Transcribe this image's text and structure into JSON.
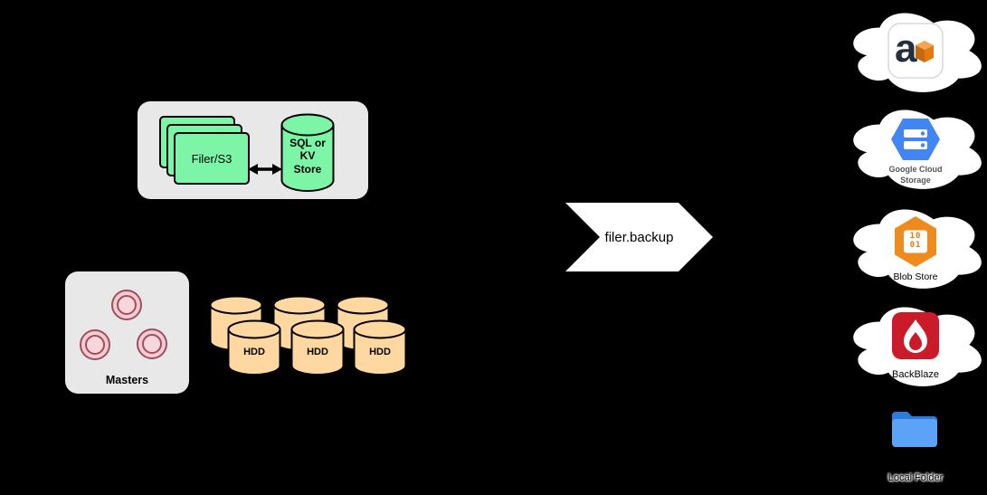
{
  "canvas": {
    "background": "#000000"
  },
  "filer_cluster": {
    "filer_label": "Filer/S3",
    "store_label": "SQL or\nKV\nStore"
  },
  "masters": {
    "label": "Masters"
  },
  "volumes": {
    "hdd_labels": [
      "HDD",
      "HDD",
      "HDD"
    ]
  },
  "backup_arrow": {
    "label": "filer.backup"
  },
  "destinations": [
    {
      "id": "amazon-s3",
      "icon": "amazon-a-cube-icon",
      "icon_text": "a"
    },
    {
      "id": "google-cloud-storage",
      "icon": "gcs-hexagon-icon",
      "label": "Google Cloud\nStorage"
    },
    {
      "id": "blob-store",
      "icon": "blob-hexagon-icon",
      "icon_text": "10\n01",
      "label": "Blob Store"
    },
    {
      "id": "backblaze",
      "icon": "backblaze-flame-icon",
      "label": "BackBlaze"
    },
    {
      "id": "local-folder",
      "icon": "blue-folder-icon",
      "label": "Local Folder"
    }
  ],
  "colors": {
    "background": "#000000",
    "group_box": "#E8E8E8",
    "filer_green": "#7DF5A6",
    "hdd_peach": "#FFD7A1",
    "master_pink": "#F7CBD2",
    "master_ring": "#9C4F5C",
    "cloud_white": "#FFFFFF",
    "gcs_blue": "#4285F4",
    "blob_orange": "#EF8A1D",
    "backblaze_red": "#CB1B2A",
    "folder_blue": "#5CA2F7"
  }
}
